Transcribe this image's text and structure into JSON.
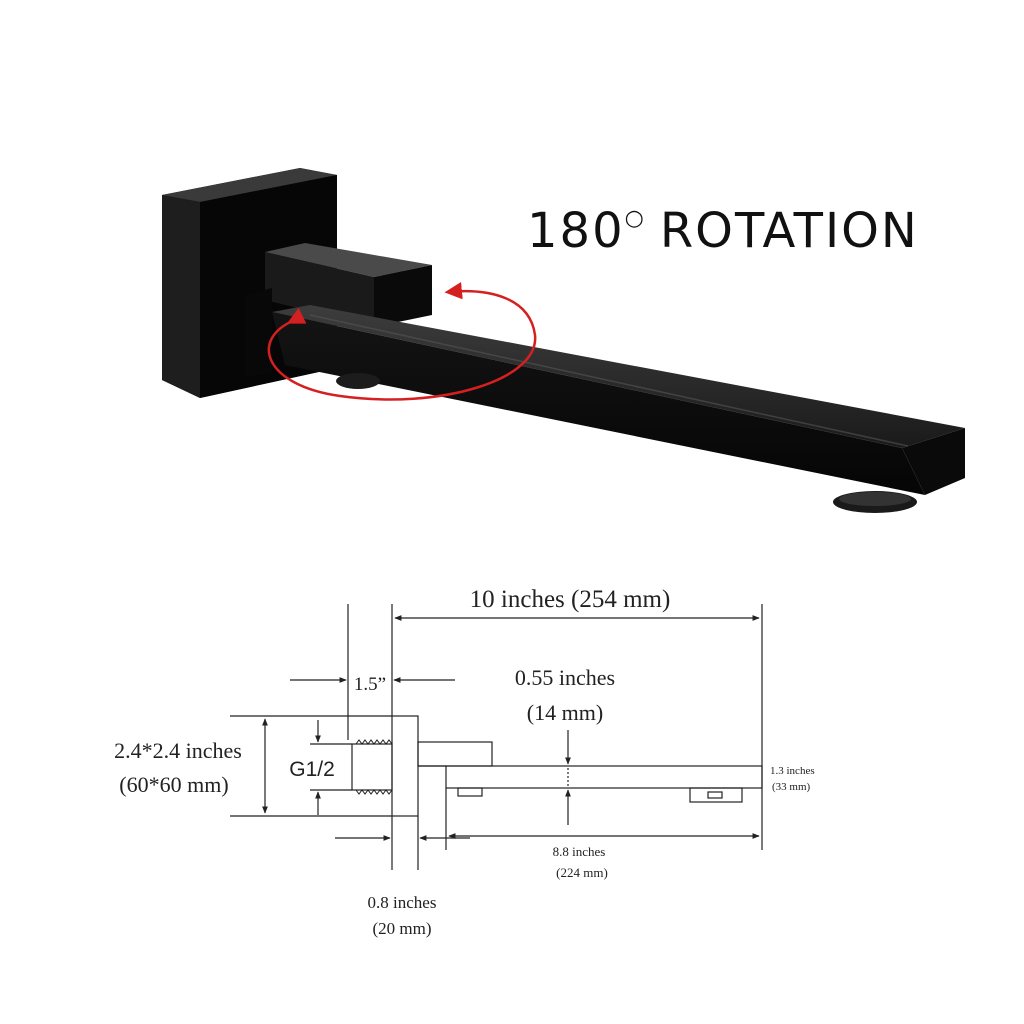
{
  "headline": {
    "number": "180",
    "degree_symbol": "○",
    "word": "ROTATION"
  },
  "colors": {
    "product": "#0d0d0d",
    "product_highlight": "#3a3a3a",
    "arrow": "#d42020",
    "drawing": "#222222"
  },
  "dimensions": {
    "overall_length": "10 inches (254 mm)",
    "flange_thickness": "1.5”",
    "spout_height_in": "0.55 inches",
    "spout_height_mm": "(14 mm)",
    "flange_size_in": "2.4*2.4 inches",
    "flange_size_mm": "(60*60 mm)",
    "thread": "G1/2",
    "spout_depth_in": "1.3 inches",
    "spout_depth_mm": "(33 mm)",
    "spout_length_in": "8.8 inches",
    "spout_length_mm": "(224 mm)",
    "neck_in": "0.8 inches",
    "neck_mm": "(20 mm)"
  }
}
